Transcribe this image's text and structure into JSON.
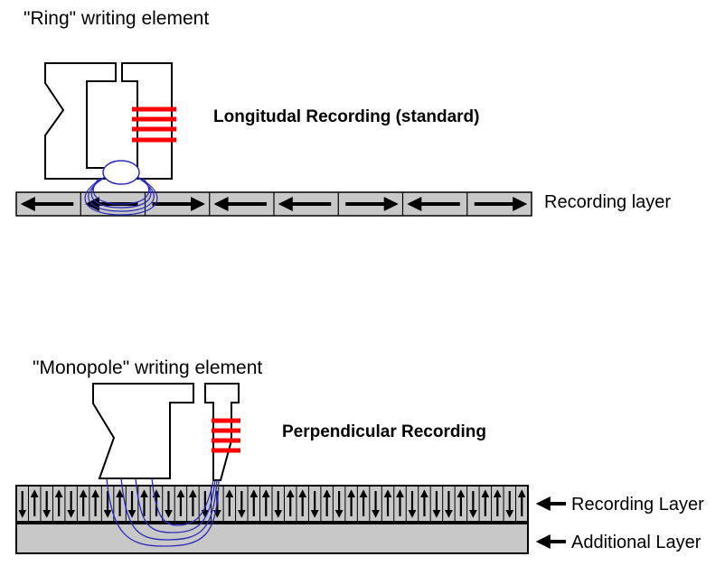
{
  "ring": {
    "element_label": "\"Ring\" writing element",
    "method_label": "Longitudal Recording (standard)",
    "layer_label": "Recording layer",
    "domain_directions": [
      "left",
      "left",
      "right",
      "left",
      "left",
      "right",
      "left",
      "right"
    ]
  },
  "monopole": {
    "element_label": "\"Monopole\" writing element",
    "method_label": "Perpendicular Recording",
    "recording_layer_label": "Recording Layer",
    "additional_layer_label": "Additional Layer",
    "domain_directions": [
      "down",
      "up",
      "down",
      "up",
      "down",
      "up",
      "up",
      "down",
      "up",
      "down",
      "up",
      "up",
      "down",
      "up",
      "up",
      "down",
      "down",
      "up",
      "down",
      "up",
      "up",
      "down",
      "up",
      "up",
      "down",
      "up",
      "down",
      "up",
      "up",
      "down",
      "up",
      "up",
      "down",
      "up",
      "down",
      "down",
      "up",
      "down",
      "up",
      "up",
      "down",
      "up"
    ]
  },
  "colors": {
    "layer_fill": "#c8c8c8",
    "coil": "#ff0000",
    "flux_lines": "#2a2ab8",
    "outline": "#000000"
  }
}
